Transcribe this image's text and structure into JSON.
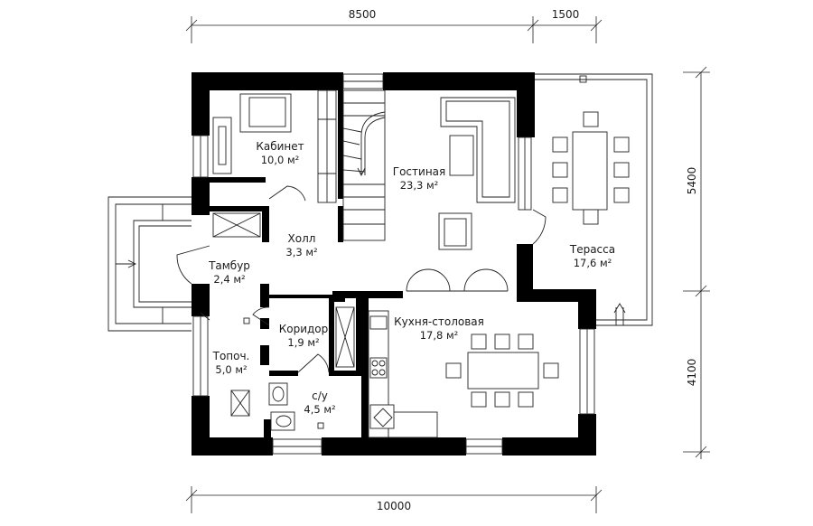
{
  "dimensions": {
    "top_main": "8500",
    "top_terrace": "1500",
    "bottom_total": "10000",
    "right_upper": "5400",
    "right_lower": "4100"
  },
  "rooms": {
    "cabinet": {
      "name": "Кабинет",
      "area": "10,0 м²"
    },
    "living": {
      "name": "Гостиная",
      "area": "23,3 м²"
    },
    "hall": {
      "name": "Холл",
      "area": "3,3 м²"
    },
    "vestibule": {
      "name": "Тамбур",
      "area": "2,4 м²"
    },
    "terrace": {
      "name": "Терасса",
      "area": "17,6 м²"
    },
    "corridor": {
      "name": "Коридор",
      "area": "1,9 м²"
    },
    "kitchen": {
      "name": "Кухня-столовая",
      "area": "17,8 м²"
    },
    "boiler": {
      "name": "Топоч.",
      "area": "5,0 м²"
    },
    "bathroom": {
      "name": "с/у",
      "area": "4,5 м²"
    }
  }
}
